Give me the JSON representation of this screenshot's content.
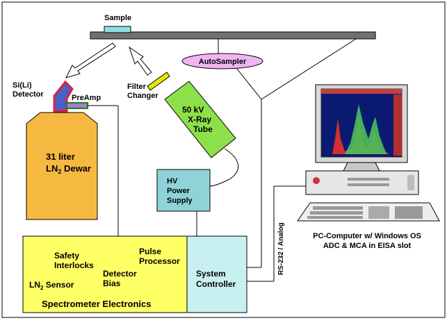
{
  "labels": {
    "sample": "Sample",
    "autosampler": "AutoSampler",
    "detector_line1": "Si(Li)",
    "detector_line2": "Detector",
    "preamp": "PreAmp",
    "filter_line1": "Filter",
    "filter_line2": "Changer",
    "dewar_line1": "31 liter",
    "dewar_line2_main": "LN",
    "dewar_line2_sub": "2",
    "dewar_line2_end": " Dewar",
    "xray_line1": "50 kV",
    "xray_line2": "X-Ray",
    "xray_line3": "Tube",
    "hv_line1": "HV",
    "hv_line2": "Power",
    "hv_line3": "Supply",
    "safety_line1": "Safety",
    "safety_line2": "Interlocks",
    "pulse_line1": "Pulse",
    "pulse_line2": "Processor",
    "bias_line1": "Detector",
    "bias_line2": "Bias",
    "ln2_sensor_main": "LN",
    "ln2_sensor_sub": "2",
    "ln2_sensor_end": " Sensor",
    "spectrometer": "Spectrometer Electronics",
    "controller_line1": "System",
    "controller_line2": "Controller",
    "rs232": "RS-232 / Analog",
    "pc_line1": "PC-Computer w/ Windows OS",
    "pc_line2": "ADC & MCA in EISA slot"
  },
  "colors": {
    "dewar": "#f5b942",
    "xray_tube": "#8ee04a",
    "hv_supply": "#8fd3d8",
    "electronics": "#ffff66",
    "controller": "#c9f0f0",
    "autosampler": "#f0b4f0",
    "sample": "#8fdede",
    "detector": "#4a5fc8",
    "detector_outline": "#e0203a",
    "preamp": "#b574d8",
    "filter": "#e6e600",
    "stage_bar": "#707070"
  }
}
